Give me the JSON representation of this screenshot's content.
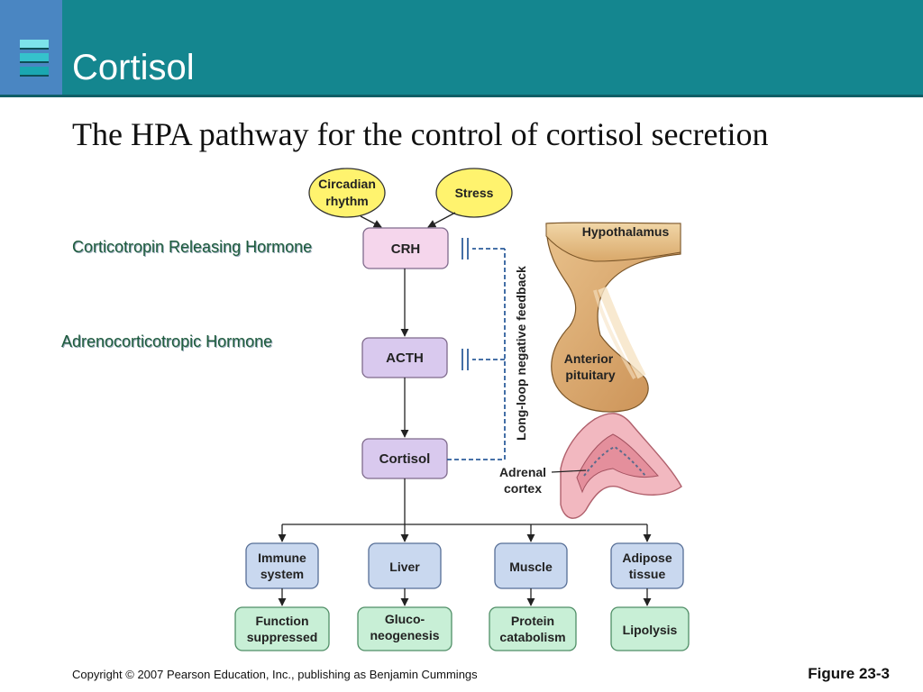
{
  "slide": {
    "title": "Cortisol",
    "subtitle": "The HPA pathway for the control of cortisol secretion",
    "side_labels": {
      "crh": "Corticotropin Releasing Hormone",
      "acth": "Adrenocorticotropic Hormone"
    },
    "footer": {
      "copyright": "Copyright © 2007 Pearson Education, Inc., publishing as Benjamin Cummings",
      "figure": "Figure 23-3"
    }
  },
  "diagram": {
    "inputs": {
      "circadian_line1": "Circadian",
      "circadian_line2": "rhythm",
      "stress": "Stress"
    },
    "hormones": {
      "crh": "CRH",
      "acth": "ACTH",
      "cortisol": "Cortisol"
    },
    "feedback_label": "Long-loop negative feedback",
    "anatomy": {
      "hypothalamus": "Hypothalamus",
      "pituitary_line1": "Anterior",
      "pituitary_line2": "pituitary",
      "adrenal_line1": "Adrenal",
      "adrenal_line2": "cortex"
    },
    "targets": [
      {
        "line1": "Immune",
        "line2": "system"
      },
      {
        "line1": "Liver",
        "line2": ""
      },
      {
        "line1": "Muscle",
        "line2": ""
      },
      {
        "line1": "Adipose",
        "line2": "tissue"
      }
    ],
    "effects": [
      {
        "line1": "Function",
        "line2": "suppressed"
      },
      {
        "line1": "Gluco-",
        "line2": "neogenesis"
      },
      {
        "line1": "Protein",
        "line2": "catabolism"
      },
      {
        "line1": "Lipolysis",
        "line2": ""
      }
    ],
    "colors": {
      "header": "#14868f",
      "header_accent": "#4a86c2",
      "input_fill": "#fff36e",
      "crh_fill": "#f5d6ec",
      "hormone_fill": "#d9c9ee",
      "target_fill": "#c9d8ef",
      "effect_fill": "#c8efd6",
      "feedback": "#2f5f9c"
    }
  }
}
